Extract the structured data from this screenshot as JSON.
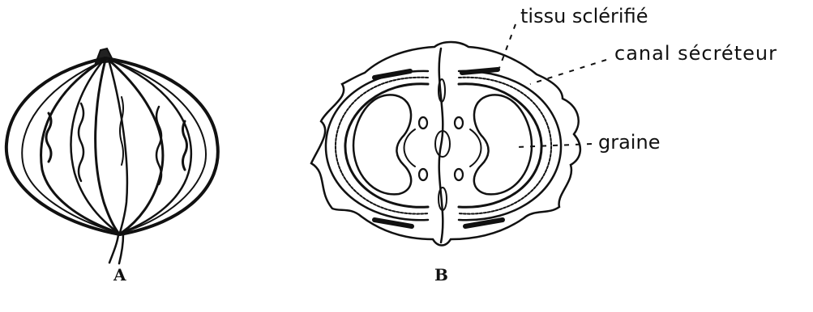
{
  "labels": {
    "tissu_sclerifie": "tissu sclérifié",
    "canal_secreteur": "canal sécréteur",
    "graine": "graine"
  },
  "figure_labels": {
    "a": "A",
    "b": "B"
  }
}
